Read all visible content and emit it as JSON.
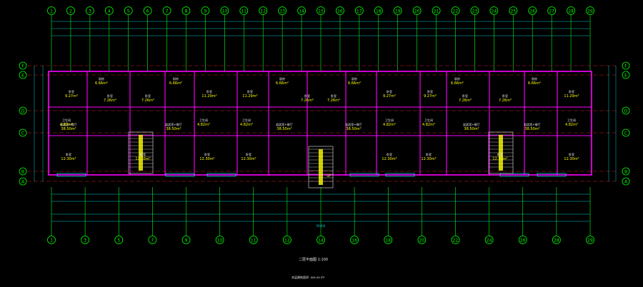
{
  "drawing": {
    "title": "二层平面图",
    "scale": "1:100",
    "area_note": "本层建筑面积: xxx.xx m²"
  },
  "colors": {
    "background": "#000000",
    "axis": "#00ff00",
    "dim": "#00c8c8",
    "wall": "#ff00ff",
    "window": "#00e6ff",
    "label": "#ffff00",
    "room_text": "#e6e6e6"
  },
  "axes": {
    "vertical_top": [
      "1",
      "2",
      "3",
      "4",
      "5",
      "6",
      "7",
      "8",
      "9",
      "10",
      "11",
      "12",
      "13",
      "14",
      "15",
      "16",
      "17",
      "18",
      "19",
      "20",
      "21",
      "22",
      "23",
      "24",
      "25",
      "26",
      "27",
      "28",
      "29"
    ],
    "vertical_bottom": [
      "1",
      "3",
      "5",
      "7",
      "9",
      "10",
      "11",
      "12",
      "14",
      "16",
      "18",
      "20",
      "22",
      "24",
      "26",
      "28",
      "29"
    ],
    "horizontal": [
      "F",
      "E",
      "D",
      "C",
      "B",
      "A"
    ]
  },
  "rooms": [
    {
      "name": "卧室",
      "area": "9.27m²"
    },
    {
      "name": "卧室",
      "area": "7.26m²"
    },
    {
      "name": "卧室",
      "area": "7.26m²"
    },
    {
      "name": "卧室",
      "area": "11.29m²"
    },
    {
      "name": "卧室",
      "area": "11.29m²"
    },
    {
      "name": "卧室",
      "area": "7.26m²"
    },
    {
      "name": "卧室",
      "area": "7.26m²"
    },
    {
      "name": "卧室",
      "area": "9.27m²"
    },
    {
      "name": "卧室",
      "area": "9.27m²"
    },
    {
      "name": "卧室",
      "area": "7.26m²"
    },
    {
      "name": "卧室",
      "area": "7.26m²"
    },
    {
      "name": "卧室",
      "area": "11.29m²"
    },
    {
      "name": "起居室+餐厅",
      "area": "38.50m²"
    },
    {
      "name": "起居室+餐厅",
      "area": "38.50m²"
    },
    {
      "name": "起居室+餐厅",
      "area": "38.50m²"
    },
    {
      "name": "起居室+餐厅",
      "area": "38.50m²"
    },
    {
      "name": "起居室+餐厅",
      "area": "38.50m²"
    },
    {
      "name": "起居室+餐厅",
      "area": "38.50m²"
    },
    {
      "name": "卧室",
      "area": "12.30m²"
    },
    {
      "name": "卧室",
      "area": "12.30m²"
    },
    {
      "name": "卧室",
      "area": "12.30m²"
    },
    {
      "name": "卧室",
      "area": "12.30m²"
    },
    {
      "name": "卧室",
      "area": "12.30m²"
    },
    {
      "name": "卧室",
      "area": "12.30m²"
    },
    {
      "name": "卧室",
      "area": "12.30m²"
    },
    {
      "name": "卧室",
      "area": "12.30m²"
    },
    {
      "name": "卫生间",
      "area": "4.82m²"
    },
    {
      "name": "卫生间",
      "area": "4.82m²"
    },
    {
      "name": "卫生间",
      "area": "4.82m²"
    },
    {
      "name": "卫生间",
      "area": "4.82m²"
    },
    {
      "name": "卫生间",
      "area": "4.82m²"
    },
    {
      "name": "卫生间",
      "area": "4.82m²"
    },
    {
      "name": "厨房",
      "area": "6.66m²"
    },
    {
      "name": "厨房",
      "area": "6.66m²"
    },
    {
      "name": "厨房",
      "area": "6.66m²"
    },
    {
      "name": "厨房",
      "area": "6.66m²"
    },
    {
      "name": "厨房",
      "area": "6.66m²"
    },
    {
      "name": "厨房",
      "area": "6.66m²"
    }
  ],
  "stair_label": "UP",
  "overall_dim": "56400"
}
